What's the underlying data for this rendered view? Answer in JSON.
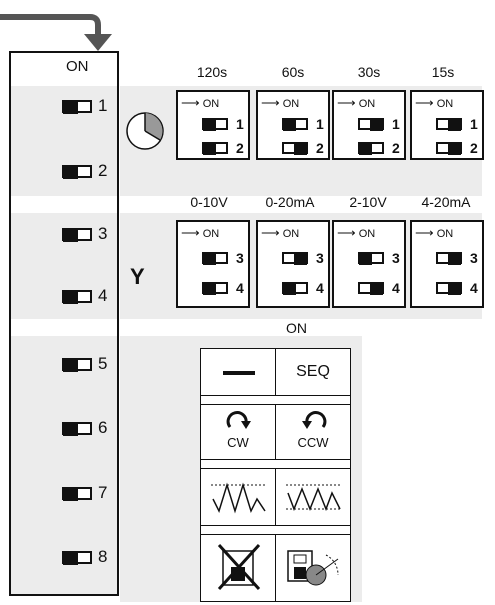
{
  "switch_panel": {
    "on_label": "ON",
    "switches": [
      {
        "label": "1"
      },
      {
        "label": "2"
      },
      {
        "label": "3"
      },
      {
        "label": "4"
      },
      {
        "label": "5"
      },
      {
        "label": "6"
      },
      {
        "label": "7"
      },
      {
        "label": "8"
      }
    ]
  },
  "timing": {
    "headers": [
      "120s",
      "60s",
      "30s",
      "15s"
    ],
    "box_on": "ON",
    "boxes": [
      {
        "sw1": "1",
        "sw2": "2",
        "state1": "off",
        "state2": "off"
      },
      {
        "sw1": "1",
        "sw2": "2",
        "state1": "on",
        "state2": "off"
      },
      {
        "sw1": "1",
        "sw2": "2",
        "state1": "off",
        "state2": "on"
      },
      {
        "sw1": "1",
        "sw2": "2",
        "state1": "on",
        "state2": "on"
      }
    ]
  },
  "signal": {
    "y_label": "Y",
    "headers": [
      "0-10V",
      "0-20mA",
      "2-10V",
      "4-20mA"
    ],
    "box_on": "ON",
    "boxes": [
      {
        "sw1": "3",
        "sw2": "4",
        "state1": "off",
        "state2": "off"
      },
      {
        "sw1": "3",
        "sw2": "4",
        "state1": "on",
        "state2": "off"
      },
      {
        "sw1": "3",
        "sw2": "4",
        "state1": "off",
        "state2": "on"
      },
      {
        "sw1": "3",
        "sw2": "4",
        "state1": "on",
        "state2": "on"
      }
    ]
  },
  "function_grid": {
    "on_label": "ON",
    "seq_label": "SEQ",
    "cw_label": "CW",
    "ccw_label": "CCW"
  }
}
